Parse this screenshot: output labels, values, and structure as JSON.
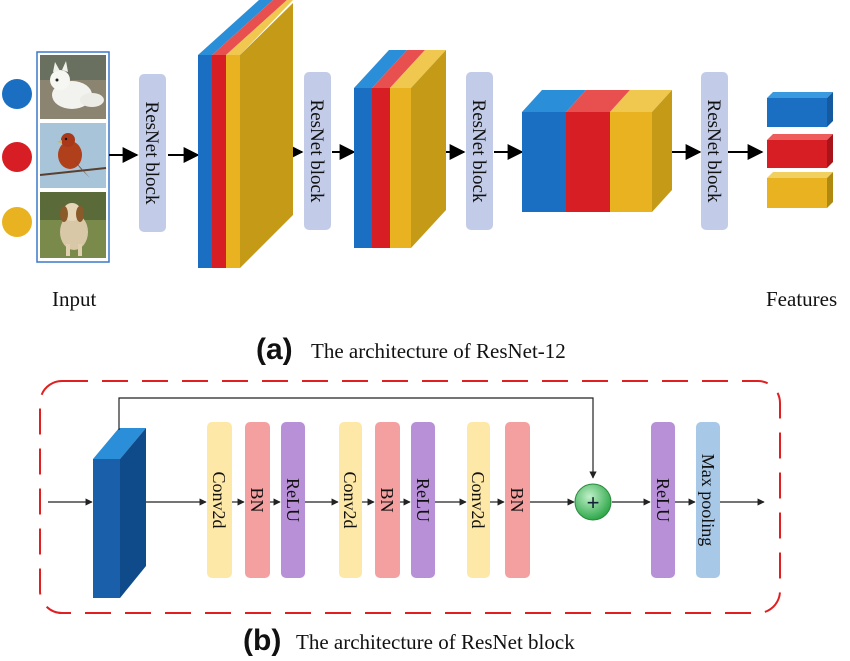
{
  "part_a": {
    "panel_label": "(a)",
    "caption": "The architecture of ResNet-12",
    "input_label": "Input",
    "features_label": "Features",
    "block_labels": [
      "ResNet block",
      "ResNet block",
      "ResNet block",
      "ResNet block"
    ],
    "input_images": [
      "arctic-fox-photo",
      "bird-photo",
      "dog-photo"
    ],
    "class_colors": [
      "#1a6fc2",
      "#d81e25",
      "#e8b220"
    ]
  },
  "part_b": {
    "panel_label": "(b)",
    "caption": "The architecture of ResNet block",
    "layers": [
      "Conv2d",
      "BN",
      "ReLU",
      "Conv2d",
      "BN",
      "ReLU",
      "Conv2d",
      "BN"
    ],
    "add_symbol": "+",
    "after_add": [
      "ReLU",
      "Max pooling"
    ],
    "colors": {
      "conv": "#fde8a8",
      "bn": "#f5a0a0",
      "relu": "#b890d8",
      "pool": "#a8c8e8",
      "border": "#e02020",
      "add": "#44c060"
    }
  }
}
